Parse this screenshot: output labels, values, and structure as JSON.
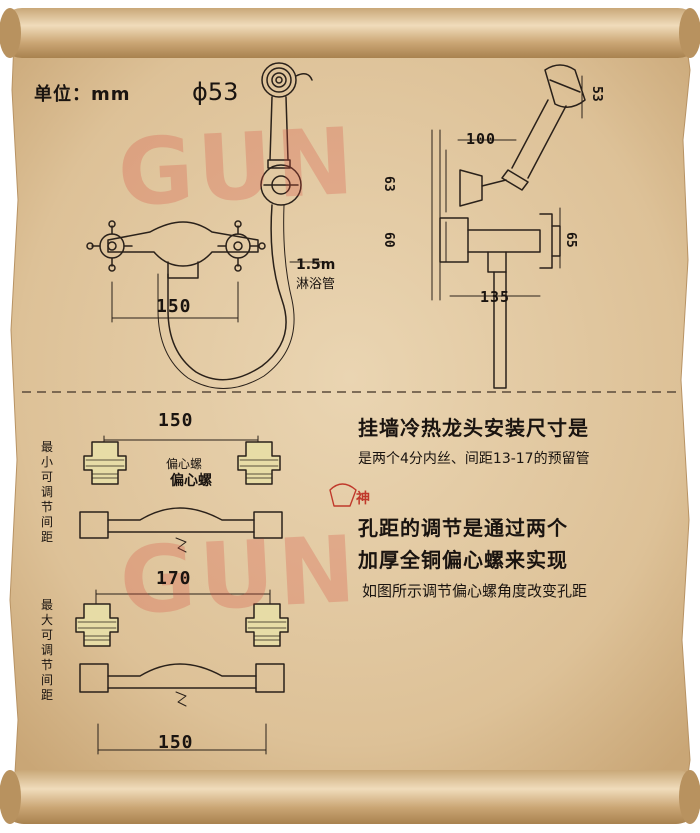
{
  "unit_label": "单位：mm",
  "hand_shower_diameter": "ϕ53",
  "dims": {
    "valve_spacing_top": "150",
    "hose_length": "1.5m",
    "hose_name": "淋浴管",
    "side_holder_width": "100",
    "side_head_height": "53",
    "side_holder_height": "63",
    "side_body_height": "60",
    "side_right_height": "65",
    "side_depth": "135",
    "min_spacing": "150",
    "max_spacing": "170",
    "bottom_spacing": "150"
  },
  "eccentric_label_1": "偏心螺",
  "eccentric_label_2": "偏心螺",
  "min_label": "最小可调节间距",
  "max_label": "最大可调节间距",
  "notes": {
    "heading": "挂墙冷热龙头安装尺寸是",
    "sub": "是两个4分内丝、间距13-17的预留管",
    "logo_char": "神",
    "line1": "孔距的调节是通过两个",
    "line2": "加厚全铜偏心螺来实现",
    "line3": "如图所示调节偏心螺角度改变孔距"
  },
  "watermark": "GUN",
  "colors": {
    "parchment": "#e2c9a2",
    "ink": "#2a211a",
    "thread": "#e7dca6",
    "watermark": "#d65042"
  }
}
